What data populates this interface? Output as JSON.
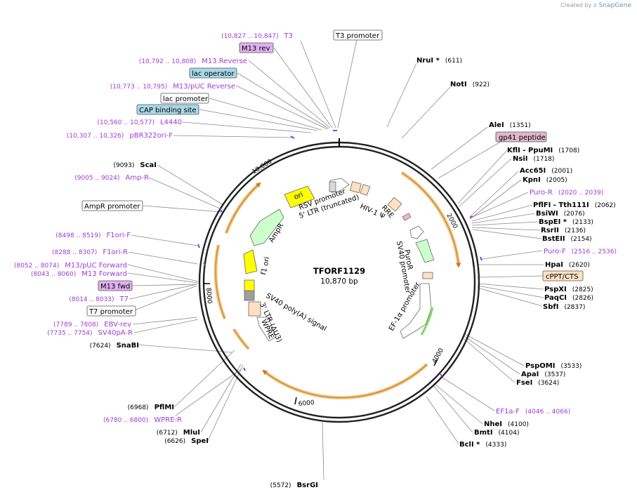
{
  "brand": {
    "created_by": "Created by",
    "name": "SnapGene"
  },
  "plasmid": {
    "name": "TFORF1129",
    "length": "10,870 bp"
  },
  "ticks": [
    "2000",
    "4000",
    "6000",
    "8000",
    "10,000"
  ],
  "sites_right": [
    {
      "name": "NruI *",
      "pos": "(611)"
    },
    {
      "name": "NotI",
      "pos": "(922)"
    },
    {
      "name": "AleI",
      "pos": "(1351)"
    },
    {
      "name": "KflI  - PpuMI",
      "pos": "(1708)"
    },
    {
      "name": "NsiI",
      "pos": "(1718)"
    },
    {
      "name": "Acc65I",
      "pos": "(2001)"
    },
    {
      "name": "KpnI",
      "pos": "(2005)"
    },
    {
      "name": "PflFI  - Tth111I",
      "pos": "(2062)"
    },
    {
      "name": "BsiWI",
      "pos": "(2076)"
    },
    {
      "name": "BspEI *",
      "pos": "(2133)"
    },
    {
      "name": "RsrII",
      "pos": "(2136)"
    },
    {
      "name": "BstEII",
      "pos": "(2154)"
    },
    {
      "name": "HpaI",
      "pos": "(2620)"
    },
    {
      "name": "PspXI",
      "pos": "(2825)"
    },
    {
      "name": "PaqCI",
      "pos": "(2826)"
    },
    {
      "name": "SbfI",
      "pos": "(2837)"
    },
    {
      "name": "PspOMI",
      "pos": "(3533)"
    },
    {
      "name": "ApaI",
      "pos": "(3537)"
    },
    {
      "name": "FseI",
      "pos": "(3624)"
    },
    {
      "name": "NheI",
      "pos": "(4100)"
    },
    {
      "name": "BmtI",
      "pos": "(4104)"
    },
    {
      "name": "BclI *",
      "pos": "(4333)"
    }
  ],
  "sites_left": [
    {
      "name": "ScaI",
      "pos": "(9093)"
    },
    {
      "name": "SnaBI",
      "pos": "(7624)"
    },
    {
      "name": "PflMI",
      "pos": "(6968)"
    },
    {
      "name": "MluI",
      "pos": "(6712)"
    },
    {
      "name": "SpeI",
      "pos": "(6626)"
    },
    {
      "name": "BsrGI",
      "pos": "(5572)"
    }
  ],
  "primers_right": [
    {
      "name": "Puro-R",
      "pos": "(2020 .. 2039)"
    },
    {
      "name": "Puro-F",
      "pos": "(2516 .. 2536)"
    },
    {
      "name": "EF1a-F",
      "pos": "(4046 .. 4066)"
    }
  ],
  "primers_left": [
    {
      "name": "T3",
      "pos": "(10,827 .. 10,847)"
    },
    {
      "name": "M13 Reverse",
      "pos": "(10,792 .. 10,808)"
    },
    {
      "name": "M13/pUC Reverse",
      "pos": "(10,773 .. 10,795)"
    },
    {
      "name": "L4440",
      "pos": "(10,560 .. 10,577)"
    },
    {
      "name": "pBR322ori-F",
      "pos": "(10,307 .. 10,326)"
    },
    {
      "name": "Amp-R",
      "pos": "(9005 .. 9024)"
    },
    {
      "name": "F1ori-F",
      "pos": "(8498 .. 8519)"
    },
    {
      "name": "F1ori-R",
      "pos": "(8288 .. 8307)"
    },
    {
      "name": "M13/pUC Forward",
      "pos": "(8052 .. 8074)"
    },
    {
      "name": "M13 Forward",
      "pos": "(8043 .. 8060)"
    },
    {
      "name": "T7",
      "pos": "(8014 .. 8033)"
    },
    {
      "name": "EBV-rev",
      "pos": "(7789 .. 7808)"
    },
    {
      "name": "SV40pA-R",
      "pos": "(7735 .. 7754)"
    },
    {
      "name": "WPRE-R",
      "pos": "(6780 .. 6800)"
    }
  ],
  "boxed_labels": [
    {
      "text": "T3 promoter"
    },
    {
      "text": "M13 rev"
    },
    {
      "text": "lac operator"
    },
    {
      "text": "lac promoter"
    },
    {
      "text": "CAP binding site"
    },
    {
      "text": "gp41 peptide"
    },
    {
      "text": "cPPT/CTS"
    },
    {
      "text": "AmpR promoter"
    },
    {
      "text": "M13 fwd"
    },
    {
      "text": "T7 promoter"
    }
  ],
  "features": {
    "ori": "ori",
    "ampr": "AmpR",
    "f1ori": "f1 ori",
    "rsv": "RSV promoter",
    "ltr5": "5' LTR (truncated)",
    "hiv": "HIV-1 Ψ",
    "rre": "RRE",
    "puror": "PuroR",
    "sv40p": "SV40 promoter",
    "ef1a": "EF-1α promoter",
    "sv40pa": "SV40 poly(A) signal",
    "ltr3": "3' LTR (ΔU3)",
    "wpre": "WPRE"
  }
}
